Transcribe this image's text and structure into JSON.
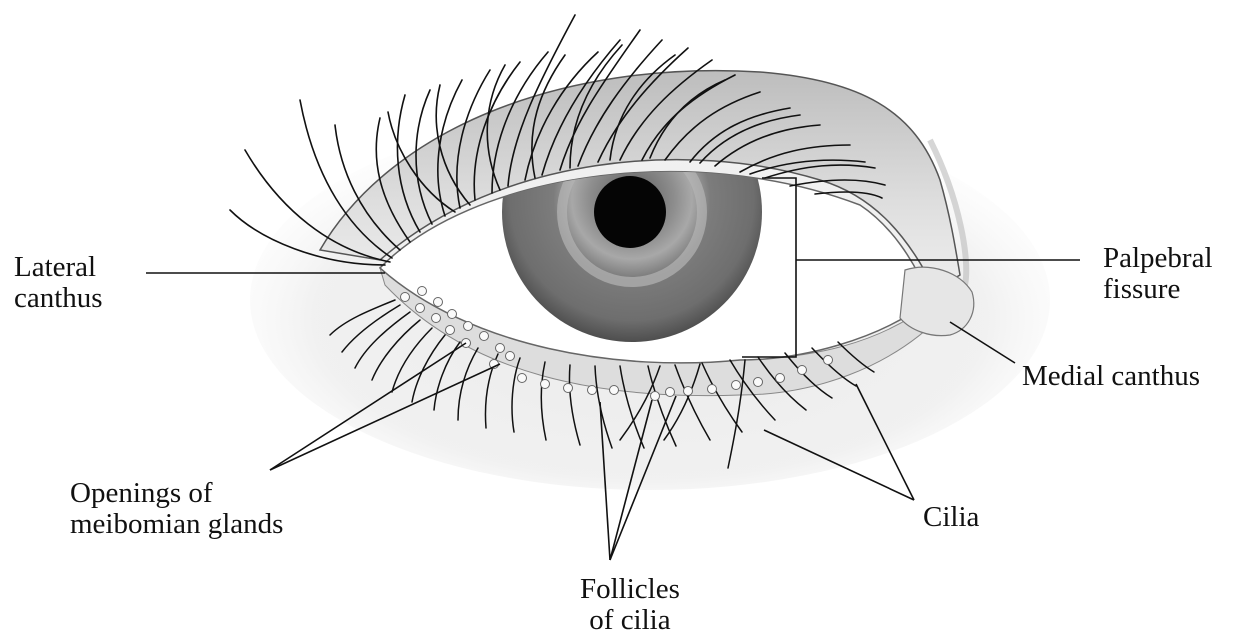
{
  "labels": {
    "lateral_canthus": [
      "Lateral",
      "canthus"
    ],
    "palpebral_fissure": [
      "Palpebral",
      "fissure"
    ],
    "medial_canthus": "Medial canthus",
    "meibomian_openings": [
      "Openings of",
      "meibomian glands"
    ],
    "cilia": "Cilia",
    "follicles": [
      "Follicles",
      "of cilia"
    ]
  },
  "colors": {
    "ink": "#111111",
    "iris_outer": "#6d6d6d",
    "iris_inner": "#9a9a9a",
    "pupil": "#050505",
    "lid_shade": "#cfcfcf",
    "sclera": "#ffffff"
  }
}
